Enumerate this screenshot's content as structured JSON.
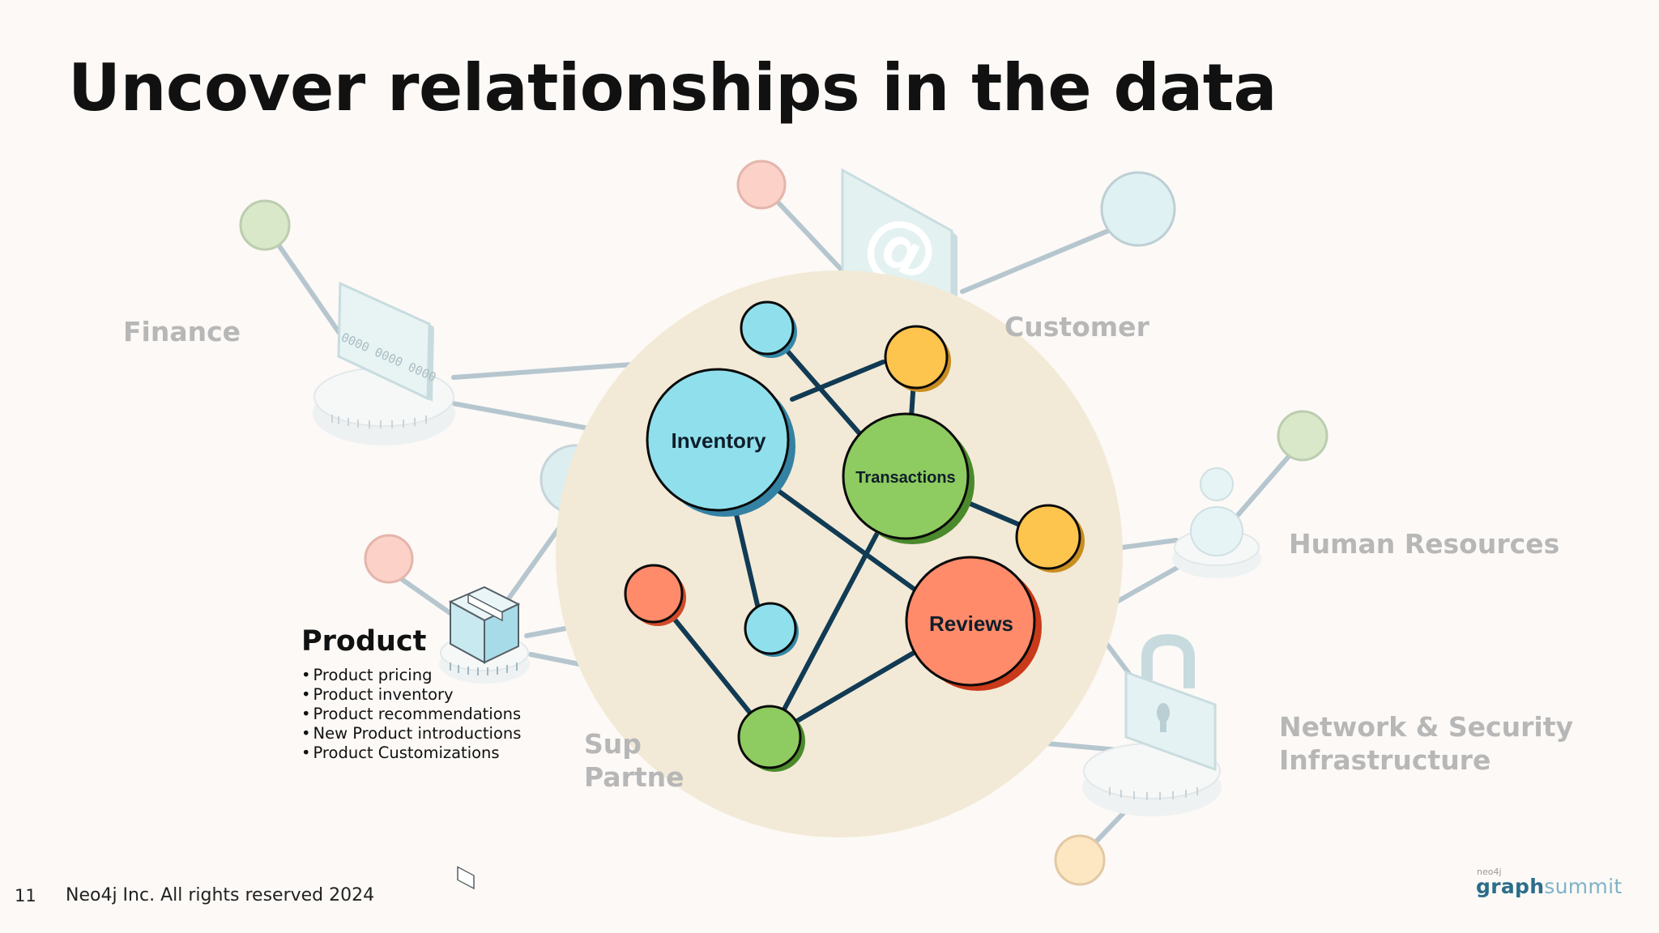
{
  "slide": {
    "title": "Uncover relationships in the data",
    "page_number": "11",
    "copyright": "Neo4j Inc. All rights reserved 2024",
    "logo_small": "neo4j",
    "logo_main_bold": "graph",
    "logo_main_light": "summit"
  },
  "domains": {
    "finance": "Finance",
    "customer": "Customer",
    "human_resources": "Human Resources",
    "network_line1": "Network & Security",
    "network_line2": "Infrastructure",
    "supplier_line1": "Sup",
    "supplier_line2": "Partne"
  },
  "card_icon_text": "0000 0000 0000",
  "product": {
    "title": "Product",
    "items": [
      "Product pricing",
      "Product inventory",
      "Product recommendations",
      "New Product introductions",
      "Product Customizations"
    ]
  },
  "graph": {
    "nodes": {
      "inventory": "Inventory",
      "transactions": "Transactions",
      "reviews": "Reviews"
    }
  },
  "colors": {
    "hub_background": "#f2ead6",
    "edge": "#113a54",
    "cyan": "#8fe0ec",
    "green": "#8ecb60",
    "orange": "#ff8b6a",
    "yellow": "#fdc44e",
    "faded_edge": "#b6c6cf"
  }
}
